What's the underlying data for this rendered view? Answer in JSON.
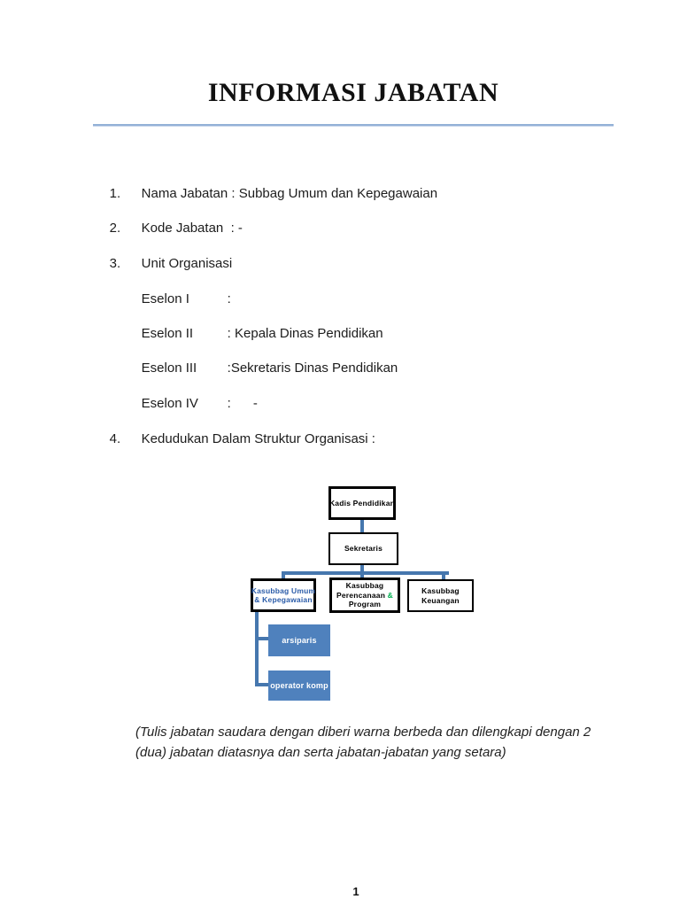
{
  "page": {
    "title": "INFORMASI JABATAN",
    "page_number": "1"
  },
  "list": {
    "items": [
      {
        "number": "1.",
        "text": "Nama Jabatan : Subbag Umum dan Kepegawaian"
      },
      {
        "number": "2.",
        "text": "Kode Jabatan  : -"
      },
      {
        "number": "3.",
        "text": "Unit Organisasi"
      },
      {
        "number": "4.",
        "text": "Kedudukan Dalam Struktur Organisasi :"
      }
    ],
    "eselon": [
      {
        "label": "Eselon I",
        "value": ":"
      },
      {
        "label": "Eselon II",
        "value": ": Kepala Dinas Pendidikan"
      },
      {
        "label": "Eselon III",
        "value": ":Sekretaris Dinas Pendidikan"
      },
      {
        "label": "Eselon IV",
        "value": ":      -"
      }
    ]
  },
  "org_chart": {
    "kadis": {
      "label": "Kadis Pendidikan"
    },
    "sekretaris": {
      "label": "Sekretaris"
    },
    "umum": {
      "line1": "Kasubbag Umum",
      "line2": "& Kepegawaian"
    },
    "perencanaan": {
      "line1": "Kasubbag",
      "line2_text": "Perencanaan ",
      "line2_amp": "&",
      "line3": "Program"
    },
    "keuangan": {
      "line1": "Kasubbag",
      "line2": "Keuangan"
    },
    "arsiparis": {
      "label": "arsiparis"
    },
    "operator": {
      "label": "operator komp"
    },
    "colors": {
      "connector": "#4677AE",
      "fill": "#4F81BD",
      "highlight_text": "#2B5CA9",
      "ampersand": "#00B050",
      "title_rule": "#93B1D7"
    }
  },
  "note": {
    "line1": "(Tulis jabatan saudara dengan diberi warna berbeda dan dilengkapi dengan 2",
    "line2": "(dua) jabatan diatasnya dan serta jabatan-jabatan yang setara)"
  }
}
